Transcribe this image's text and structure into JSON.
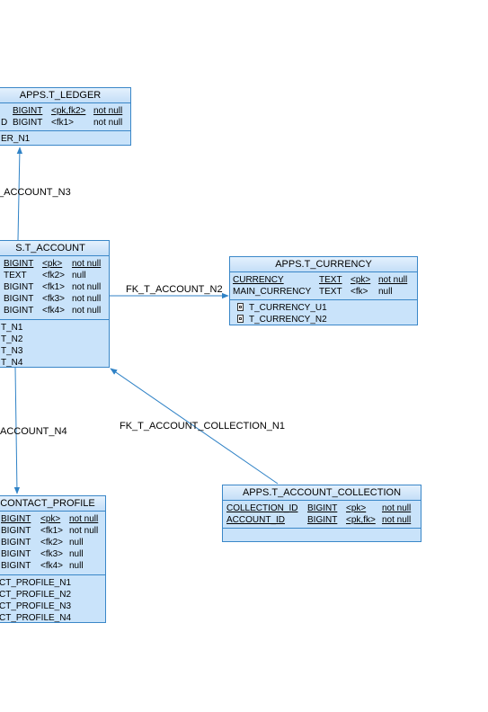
{
  "tables": {
    "ledger": {
      "title": "APPS.T_LEDGER",
      "rows": [
        {
          "name": "",
          "type": "BIGINT",
          "key": "<pk,fk2>",
          "nullable": "not null"
        },
        {
          "name": "D",
          "type": "BIGINT",
          "key": "<fk1>",
          "nullable": "not null"
        }
      ],
      "indexes": [
        "ER_N1"
      ]
    },
    "account": {
      "title": "S.T_ACCOUNT",
      "rows": [
        {
          "type": "BIGINT",
          "key": "<pk>",
          "nullable": "not null"
        },
        {
          "type": "TEXT",
          "key": "<fk2>",
          "nullable": "null"
        },
        {
          "type": "BIGINT",
          "key": "<fk1>",
          "nullable": "not null"
        },
        {
          "type": "BIGINT",
          "key": "<fk3>",
          "nullable": "not null"
        },
        {
          "type": "BIGINT",
          "key": "<fk4>",
          "nullable": "not null"
        }
      ],
      "indexes": [
        "T_N1",
        "T_N2",
        "T_N3",
        "T_N4"
      ]
    },
    "currency": {
      "title": "APPS.T_CURRENCY",
      "rows": [
        {
          "name": "CURRENCY",
          "type": "TEXT",
          "key": "<pk>",
          "nullable": "not null"
        },
        {
          "name": "MAIN_CURRENCY",
          "type": "TEXT",
          "key": "<fk>",
          "nullable": "null"
        }
      ],
      "indexes": [
        "T_CURRENCY_U1",
        "T_CURRENCY_N2"
      ]
    },
    "contact_profile": {
      "title": "CONTACT_PROFILE",
      "rows": [
        {
          "type": "BIGINT",
          "key": "<pk>",
          "nullable": "not null"
        },
        {
          "type": "BIGINT",
          "key": "<fk1>",
          "nullable": "not null"
        },
        {
          "type": "BIGINT",
          "key": "<fk2>",
          "nullable": "null"
        },
        {
          "type": "BIGINT",
          "key": "<fk3>",
          "nullable": "null"
        },
        {
          "type": "BIGINT",
          "key": "<fk4>",
          "nullable": "null"
        }
      ],
      "indexes": [
        "CT_PROFILE_N1",
        "CT_PROFILE_N2",
        "CT_PROFILE_N3",
        "CT_PROFILE_N4"
      ]
    },
    "account_collection": {
      "title": "APPS.T_ACCOUNT_COLLECTION",
      "rows": [
        {
          "name": "COLLECTION_ID",
          "type": "BIGINT",
          "key": "<pk>",
          "nullable": "not null"
        },
        {
          "name": "ACCOUNT_ID",
          "type": "BIGINT",
          "key": "<pk,fk>",
          "nullable": "not null"
        }
      ]
    }
  },
  "relations": {
    "to_ledger": "_ACCOUNT_N3",
    "to_currency": "FK_T_ACCOUNT_N2",
    "to_contact": "ACCOUNT_N4",
    "from_collection": "FK_T_ACCOUNT_COLLECTION_N1"
  },
  "colors": {
    "border": "#3a87c8",
    "fill": "#c9e3fa",
    "line": "#2f82c6"
  }
}
